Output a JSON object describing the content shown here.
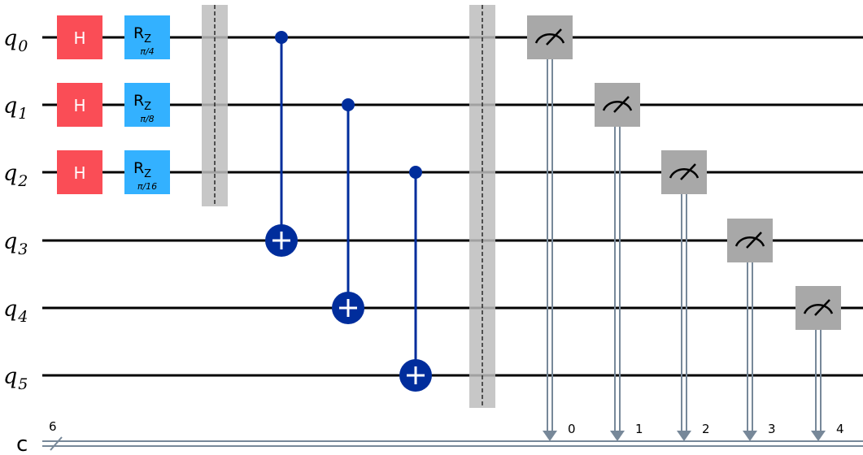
{
  "circuit": {
    "qubits": [
      {
        "label": "q",
        "index": "0"
      },
      {
        "label": "q",
        "index": "1"
      },
      {
        "label": "q",
        "index": "2"
      },
      {
        "label": "q",
        "index": "3"
      },
      {
        "label": "q",
        "index": "4"
      },
      {
        "label": "q",
        "index": "5"
      }
    ],
    "classical_register": {
      "label": "c",
      "size": "6"
    },
    "h_gates": [
      {
        "qubit": 0,
        "label": "H"
      },
      {
        "qubit": 1,
        "label": "H"
      },
      {
        "qubit": 2,
        "label": "H"
      }
    ],
    "rz_gates": [
      {
        "qubit": 0,
        "label": "R",
        "sub": "Z",
        "param": "π/4"
      },
      {
        "qubit": 1,
        "label": "R",
        "sub": "Z",
        "param": "π/8"
      },
      {
        "qubit": 2,
        "label": "R",
        "sub": "Z",
        "param": "π/16"
      }
    ],
    "cnots": [
      {
        "control": 0,
        "target": 3
      },
      {
        "control": 1,
        "target": 4
      },
      {
        "control": 2,
        "target": 5
      }
    ],
    "measurements": [
      {
        "qubit": 0,
        "clbit": "0"
      },
      {
        "qubit": 1,
        "clbit": "1"
      },
      {
        "qubit": 2,
        "clbit": "2"
      },
      {
        "qubit": 3,
        "clbit": "3"
      },
      {
        "qubit": 4,
        "clbit": "4"
      }
    ],
    "colors": {
      "h_gate": "#fa4d56",
      "rz_gate": "#33b1ff",
      "cnot": "#002d9c",
      "barrier": "#bdbdbd",
      "measure": "#a8a8a8",
      "classical_wire": "#778899",
      "wire": "#000000"
    }
  }
}
